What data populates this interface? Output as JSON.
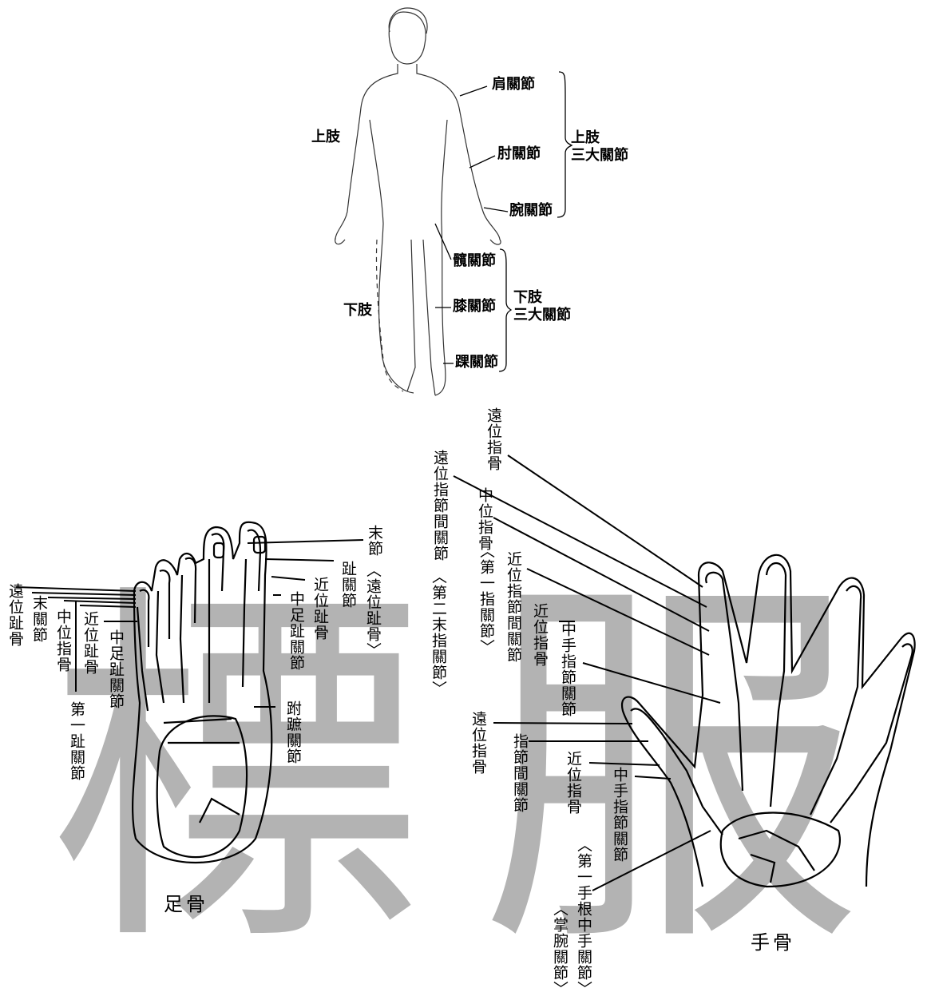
{
  "colors": {
    "ink": "#000000",
    "watermark": "#a6a6a6",
    "background": "#ffffff"
  },
  "body": {
    "upper_limb": "上肢",
    "lower_limb": "下肢",
    "upper_joints": [
      "肩關節",
      "肘關節",
      "腕關節"
    ],
    "lower_joints": [
      "髖關節",
      "膝關節",
      "踝關節"
    ],
    "upper_group": "上肢\n三大關節",
    "lower_group": "下肢\n三大關節"
  },
  "foot": {
    "caption": "足骨",
    "watermark": "標",
    "labels": {
      "distal_toe_bone": "遠位趾骨",
      "distal_joint": "末關節",
      "middle_phalanx": "中位指骨",
      "proximal_toe_bone": "近位趾骨",
      "middle_toe_joint_left": "中足趾關節",
      "first_toe_joint": "第一趾關節",
      "terminal_segment": "末節",
      "distal_toe_bone_paren": "〈遠位趾骨〉",
      "toe_joint": "趾關節",
      "proximal_toe_bone_right": "近位趾骨",
      "middle_toe_joint_right": "中足趾關節",
      "metatarsal_joint": "跗蹠關節"
    }
  },
  "hand": {
    "caption": "手骨",
    "watermark": "服",
    "labels": {
      "distal_finger_bone_top": "遠位指骨",
      "dip_joint": "遠位指節間關節",
      "second_terminal_joint": "〈第二末指關節〉",
      "middle_finger_bone": "中位指骨",
      "first_finger_joint": "〈第一指關節〉",
      "pip_joint": "近位指節間關節",
      "proximal_finger_bone": "近位指骨",
      "mcp_joint": "中手指節關節",
      "thumb_distal_bone": "遠位指骨",
      "thumb_ip_joint": "指節間關節",
      "thumb_proximal_bone": "近位指骨",
      "thumb_mcp_joint": "中手指節關節",
      "first_cmc_joint": "〈第一手根中手關節〉",
      "wrist_joint": "〈掌腕關節〉"
    }
  }
}
